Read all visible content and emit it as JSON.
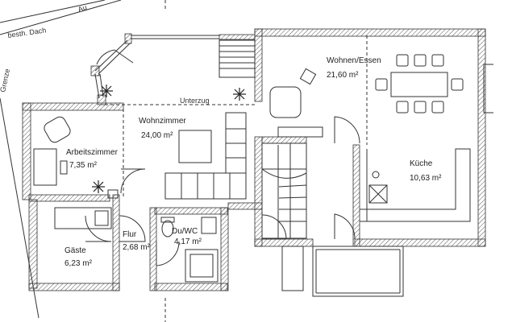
{
  "annotations": {
    "top_note": "besth. Dach",
    "top_note2": "Au",
    "side_note": "Grenze",
    "beam": "Unterzug"
  },
  "rooms": [
    {
      "key": "wohnzimmer",
      "name": "Wohnzimmer",
      "area": "24,00 m²"
    },
    {
      "key": "arbeitszimmer",
      "name": "Arbeitszimmer",
      "area": "7,35 m²"
    },
    {
      "key": "gaeste",
      "name": "Gäste",
      "area": "6,23 m²"
    },
    {
      "key": "flur",
      "name": "Flur",
      "area": "2,68 m²"
    },
    {
      "key": "duwc",
      "name": "Du/WC",
      "area": "4,17 m²"
    },
    {
      "key": "wohnen_essen",
      "name": "Wohnen/Essen",
      "area": "21,60 m²"
    },
    {
      "key": "kueche",
      "name": "Küche",
      "area": "10,63 m²"
    }
  ],
  "colors": {
    "line": "#333333",
    "hatch": "#555555",
    "background": "#ffffff"
  }
}
